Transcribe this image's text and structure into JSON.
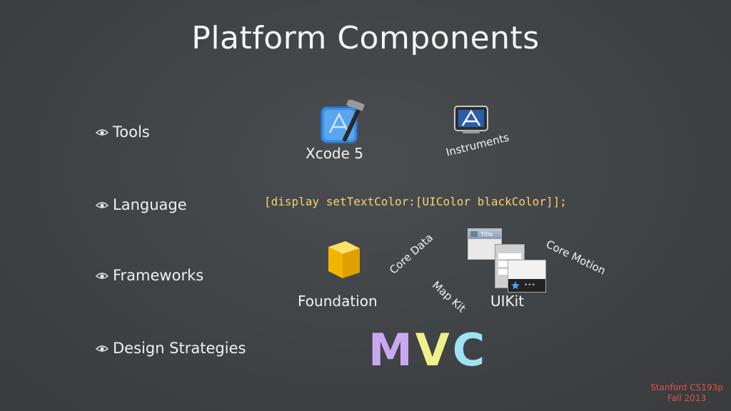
{
  "slide": {
    "title": "Platform Components"
  },
  "bullets": [
    {
      "label": "Tools"
    },
    {
      "label": "Language"
    },
    {
      "label": "Frameworks"
    },
    {
      "label": "Design Strategies"
    }
  ],
  "tools": {
    "xcode_label": "Xcode 5",
    "instruments_label": "Instruments"
  },
  "language": {
    "code": "[display setTextColor:[UIColor blackColor]];"
  },
  "frameworks": {
    "foundation_label": "Foundation",
    "uikit_label": "UIKit",
    "core_data_label": "Core Data",
    "map_kit_label": "Map Kit",
    "core_motion_label": "Core Motion",
    "uikit_mock_title": "Title"
  },
  "design": {
    "mvc_m": "M",
    "mvc_v": "V",
    "mvc_c": "C"
  },
  "footer": {
    "line1": "Stanford CS193p",
    "line2": "Fall 2013"
  },
  "colors": {
    "background": "#414446",
    "code": "#f5d36a",
    "mvc_m": "#c9a8f0",
    "mvc_v": "#eef08a",
    "mvc_c": "#9fe3f2",
    "footer": "#e0524a"
  },
  "icons": {
    "bullet": "eye-icon",
    "xcode": "xcode-icon",
    "instruments": "instruments-icon",
    "foundation": "foundation-cube-icon",
    "uikit": "uikit-screens-icon"
  }
}
